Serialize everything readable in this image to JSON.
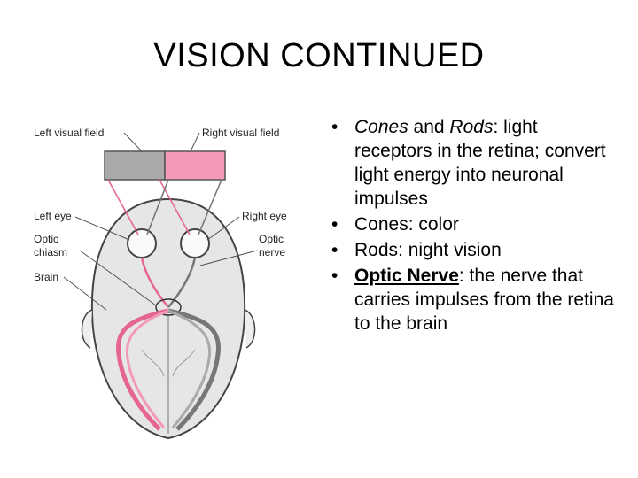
{
  "slide": {
    "title": "VISION CONTINUED"
  },
  "figure": {
    "labels": {
      "left_visual_field": "Left visual field",
      "right_visual_field": "Right visual field",
      "left_eye": "Left eye",
      "right_eye": "Right eye",
      "optic_chiasm_line1": "Optic",
      "optic_chiasm_line2": "chiasm",
      "optic_nerve_line1": "Optic",
      "optic_nerve_line2": "nerve",
      "brain": "Brain"
    },
    "colors": {
      "left_field": "#a9a9a9",
      "right_field": "#f29ab8",
      "right_pathway": "#e5668f",
      "left_pathway": "#777777",
      "brain_fill": "#e6e6e6",
      "outline": "#444444"
    }
  },
  "bullets": [
    {
      "parts": [
        {
          "text": "Cones",
          "style": "italic"
        },
        {
          "text": " and ",
          "style": "normal"
        },
        {
          "text": "Rods",
          "style": "italic"
        },
        {
          "text": ": light receptors in the retina; convert light energy into neuronal impulses",
          "style": "normal"
        }
      ]
    },
    {
      "parts": [
        {
          "text": "Cones: color",
          "style": "normal"
        }
      ]
    },
    {
      "parts": [
        {
          "text": "Rods: night vision",
          "style": "normal"
        }
      ]
    },
    {
      "parts": [
        {
          "text": "Optic Nerve",
          "style": "underline"
        },
        {
          "text": ": the nerve that carries impulses from the retina to the brain",
          "style": "normal"
        }
      ]
    }
  ]
}
